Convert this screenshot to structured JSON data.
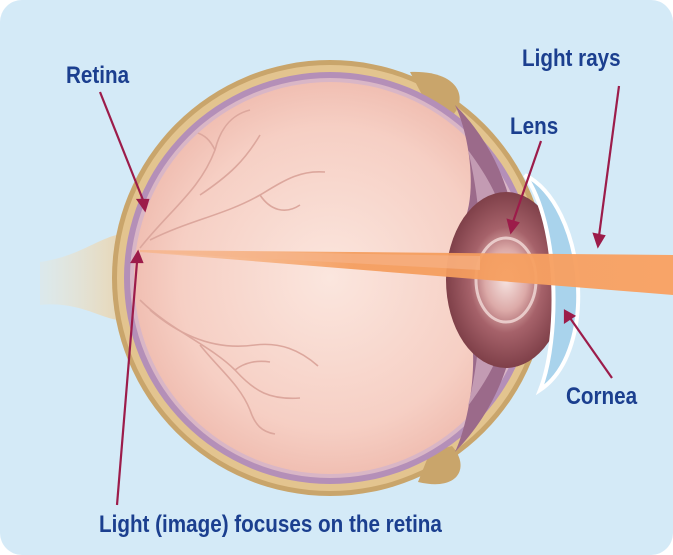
{
  "labels": {
    "retina": "Retina",
    "light_rays": "Light rays",
    "lens": "Lens",
    "cornea": "Cornea",
    "focus_caption": "Light (image) focuses on the retina"
  },
  "colors": {
    "background": "#d4eaf7",
    "label_text": "#1b3f8f",
    "pointer_line": "#9c1c4a",
    "sclera_outer": "#c9a56b",
    "retina_layer": "#b48fb8",
    "vitreous": "#f4c9bd",
    "light_ray": "#f39a55",
    "lens": "#8a4b55",
    "cornea": "#a9d3ec"
  }
}
